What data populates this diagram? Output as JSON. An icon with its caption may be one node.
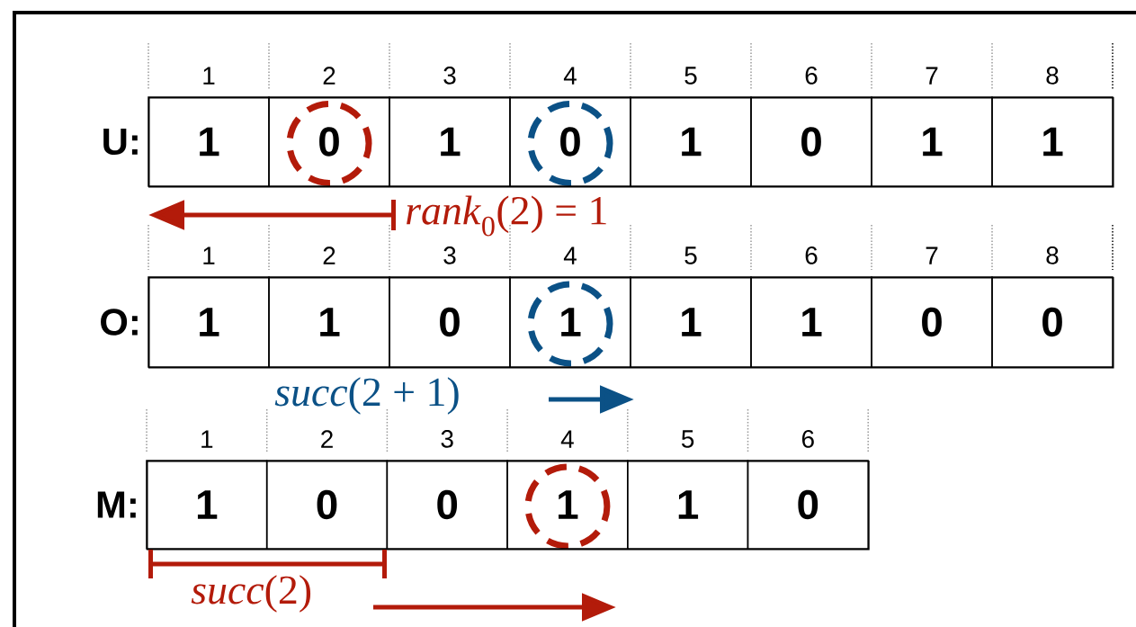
{
  "diagram": {
    "nodes": [
      {
        "text": [
          "U:"
        ]
      },
      {
        "text": [
          "1"
        ],
        "in": 0,
        "beside": [
          "1"
        ]
      },
      {
        "text": [
          "0"
        ],
        "in": 0,
        "beside": [
          "2"
        ]
      },
      {
        "text": [
          "1"
        ],
        "in": 0,
        "beside": [
          "3"
        ]
      },
      {
        "text": [
          "0"
        ],
        "in": 0,
        "beside": [
          "4"
        ]
      },
      {
        "text": [
          "1"
        ],
        "in": 0,
        "beside": [
          "5"
        ]
      },
      {
        "text": [
          "0"
        ],
        "in": 0,
        "beside": [
          "6"
        ]
      },
      {
        "text": [
          "1"
        ],
        "in": 0,
        "beside": [
          "7"
        ]
      },
      {
        "text": [
          "1"
        ],
        "in": 0,
        "beside": [
          "8"
        ]
      },
      {
        "text": [
          "O:"
        ]
      },
      {
        "text": [
          "1"
        ],
        "in": 9,
        "beside": [
          "1"
        ]
      },
      {
        "text": [
          "1"
        ],
        "in": 9,
        "beside": [
          "2"
        ]
      },
      {
        "text": [
          "0"
        ],
        "in": 9,
        "beside": [
          "3"
        ]
      },
      {
        "text": [
          "1"
        ],
        "in": 9,
        "beside": [
          "4"
        ]
      },
      {
        "text": [
          "1"
        ],
        "in": 9,
        "beside": [
          "5"
        ]
      },
      {
        "text": [
          "1"
        ],
        "in": 9,
        "beside": [
          "6"
        ]
      },
      {
        "text": [
          "0"
        ],
        "in": 9,
        "beside": [
          "7"
        ]
      },
      {
        "text": [
          "0"
        ],
        "in": 9,
        "beside": [
          "8"
        ]
      },
      {
        "text": [
          "M:"
        ]
      },
      {
        "text": [
          "1"
        ],
        "in": 18,
        "beside": [
          "1"
        ]
      },
      {
        "text": [
          "0"
        ],
        "in": 18,
        "beside": [
          "2"
        ]
      },
      {
        "text": [
          "0"
        ],
        "in": 18,
        "beside": [
          "3"
        ]
      },
      {
        "text": [
          "1"
        ],
        "in": 18,
        "beside": [
          "4"
        ]
      },
      {
        "text": [
          "1"
        ],
        "in": 18,
        "beside": [
          "5"
        ]
      },
      {
        "text": [
          "0"
        ],
        "in": 18,
        "beside": [
          "6"
        ]
      }
    ],
    "labels": [
      "*rank*$_{0}$(2) = 1",
      "*succ*(2 + 1)",
      "*succ*(2)"
    ]
  }
}
